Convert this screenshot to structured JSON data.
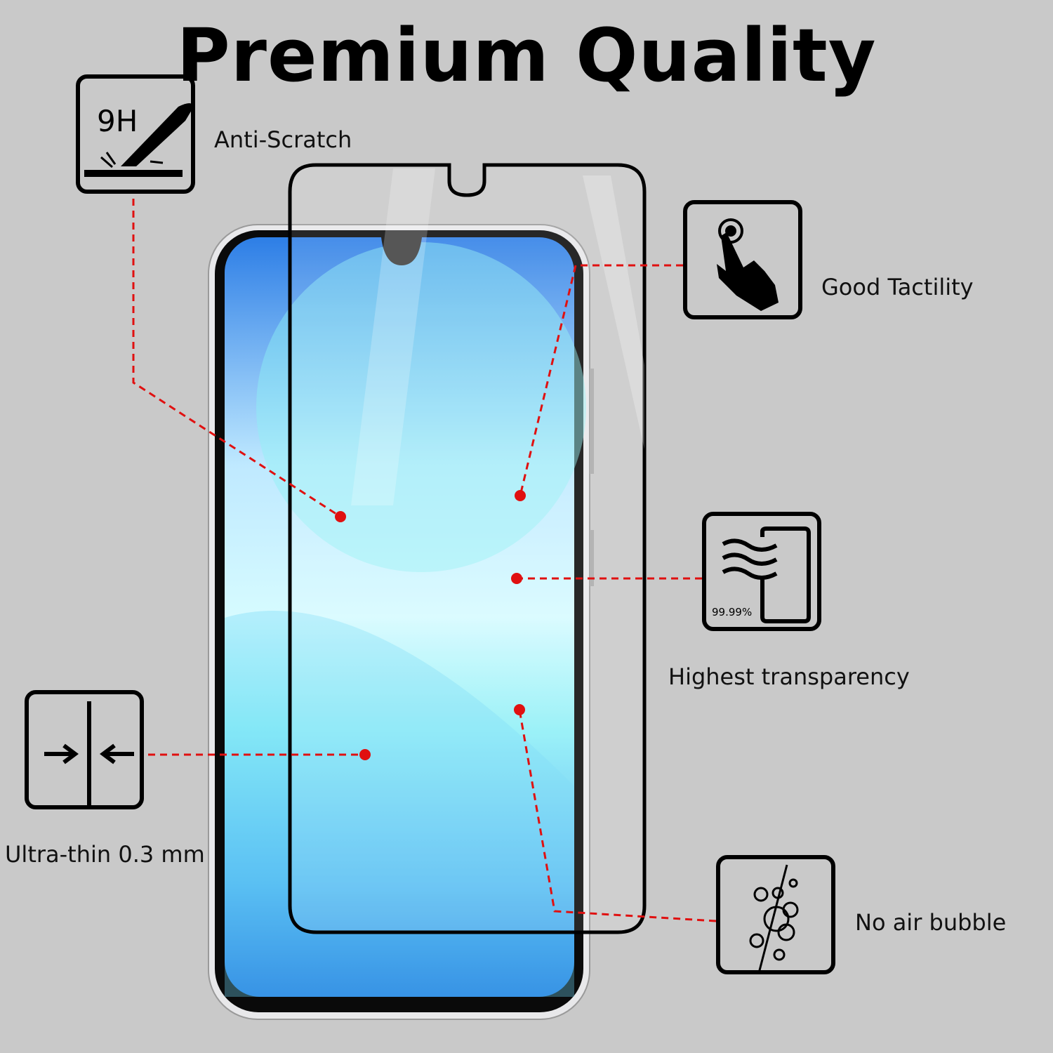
{
  "title": "Premium Quality",
  "features": {
    "anti_scratch": {
      "label": "Anti-Scratch",
      "icon_text": "9H",
      "icon": "knife-scratch-icon"
    },
    "tactility": {
      "label": "Good Tactility",
      "icon": "touch-hand-icon"
    },
    "transparency": {
      "label": "Highest transparency",
      "icon_text": "99.99%",
      "icon": "transparency-phone-icon"
    },
    "ultra_thin": {
      "label": "Ultra-thin 0.3 mm",
      "icon": "thickness-arrows-icon"
    },
    "no_bubble": {
      "label": "No air bubble",
      "icon": "bubbles-icon"
    }
  },
  "colors": {
    "background": "#c9c9c9",
    "callout": "#e01010",
    "screen_top": "#2f7fe0",
    "screen_mid": "#9ff3ff"
  }
}
